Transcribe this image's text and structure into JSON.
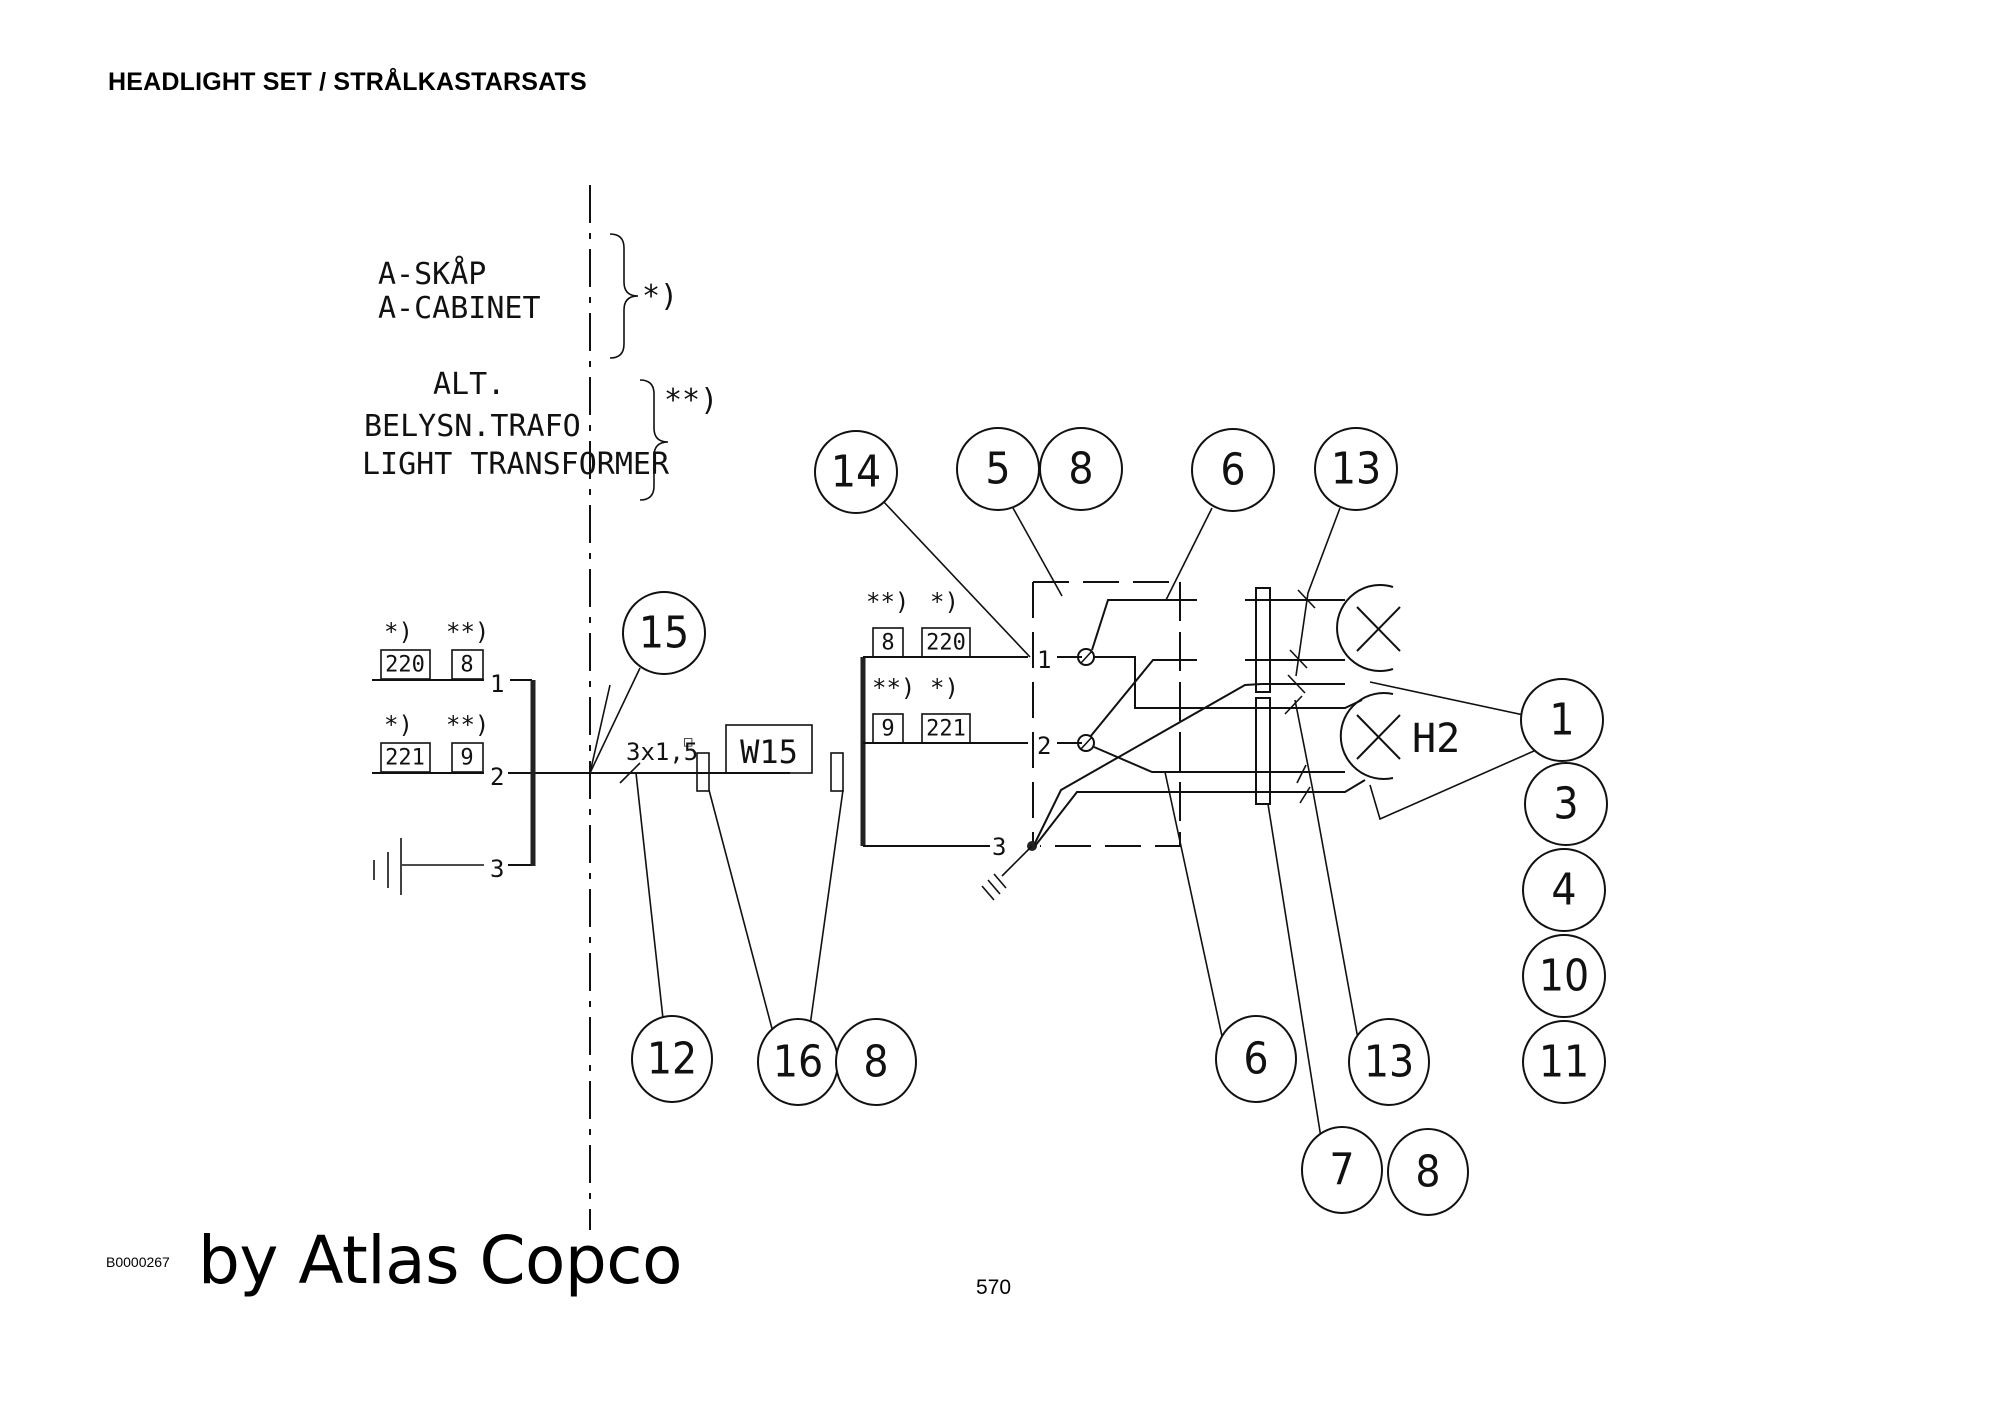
{
  "page": {
    "title": "HEADLIGHT SET / STRÅLKASTARSATS",
    "doc_code": "B0000267",
    "watermark": "by Atlas Copco",
    "page_number": "570"
  },
  "annotations": {
    "cabinet_sv": "A-SKÅP",
    "cabinet_en": "A-CABINET",
    "cabinet_marker": "*)",
    "alt": "ALT.",
    "transformer_sv": "BELYSN.TRAFO",
    "transformer_en": "LIGHT TRANSFORMER",
    "transformer_marker": "**)",
    "cable_spec": "3x1,5",
    "cable_spec_unit": "□",
    "cable_id": "W15",
    "lamp_id": "H2"
  },
  "left_terminals": {
    "markers": [
      "*)",
      "**)",
      "*)",
      "**)"
    ],
    "rows": [
      {
        "pin": "1",
        "cabinet_wire": "220",
        "transformer_wire": "8"
      },
      {
        "pin": "2",
        "cabinet_wire": "221",
        "transformer_wire": "9"
      },
      {
        "pin": "3",
        "cabinet_wire": "",
        "transformer_wire": ""
      }
    ]
  },
  "right_terminals": {
    "rows": [
      {
        "pin": "1",
        "transformer_wire": "8",
        "cabinet_wire": "220",
        "transformer_marker": "**)",
        "cabinet_marker": "*)"
      },
      {
        "pin": "2",
        "transformer_wire": "9",
        "cabinet_wire": "221",
        "transformer_marker": "**)",
        "cabinet_marker": "*)"
      },
      {
        "pin": "3"
      }
    ]
  },
  "item_bubbles": [
    {
      "id": "b14",
      "label": "14"
    },
    {
      "id": "b5",
      "label": "5"
    },
    {
      "id": "b8a",
      "label": "8"
    },
    {
      "id": "b6a",
      "label": "6"
    },
    {
      "id": "b13a",
      "label": "13"
    },
    {
      "id": "b15",
      "label": "15"
    },
    {
      "id": "b1",
      "label": "1"
    },
    {
      "id": "b3",
      "label": "3"
    },
    {
      "id": "b4",
      "label": "4"
    },
    {
      "id": "b10",
      "label": "10"
    },
    {
      "id": "b11",
      "label": "11"
    },
    {
      "id": "b12",
      "label": "12"
    },
    {
      "id": "b16",
      "label": "16"
    },
    {
      "id": "b8b",
      "label": "8"
    },
    {
      "id": "b6b",
      "label": "6"
    },
    {
      "id": "b13b",
      "label": "13"
    },
    {
      "id": "b7",
      "label": "7"
    },
    {
      "id": "b8c",
      "label": "8"
    }
  ]
}
